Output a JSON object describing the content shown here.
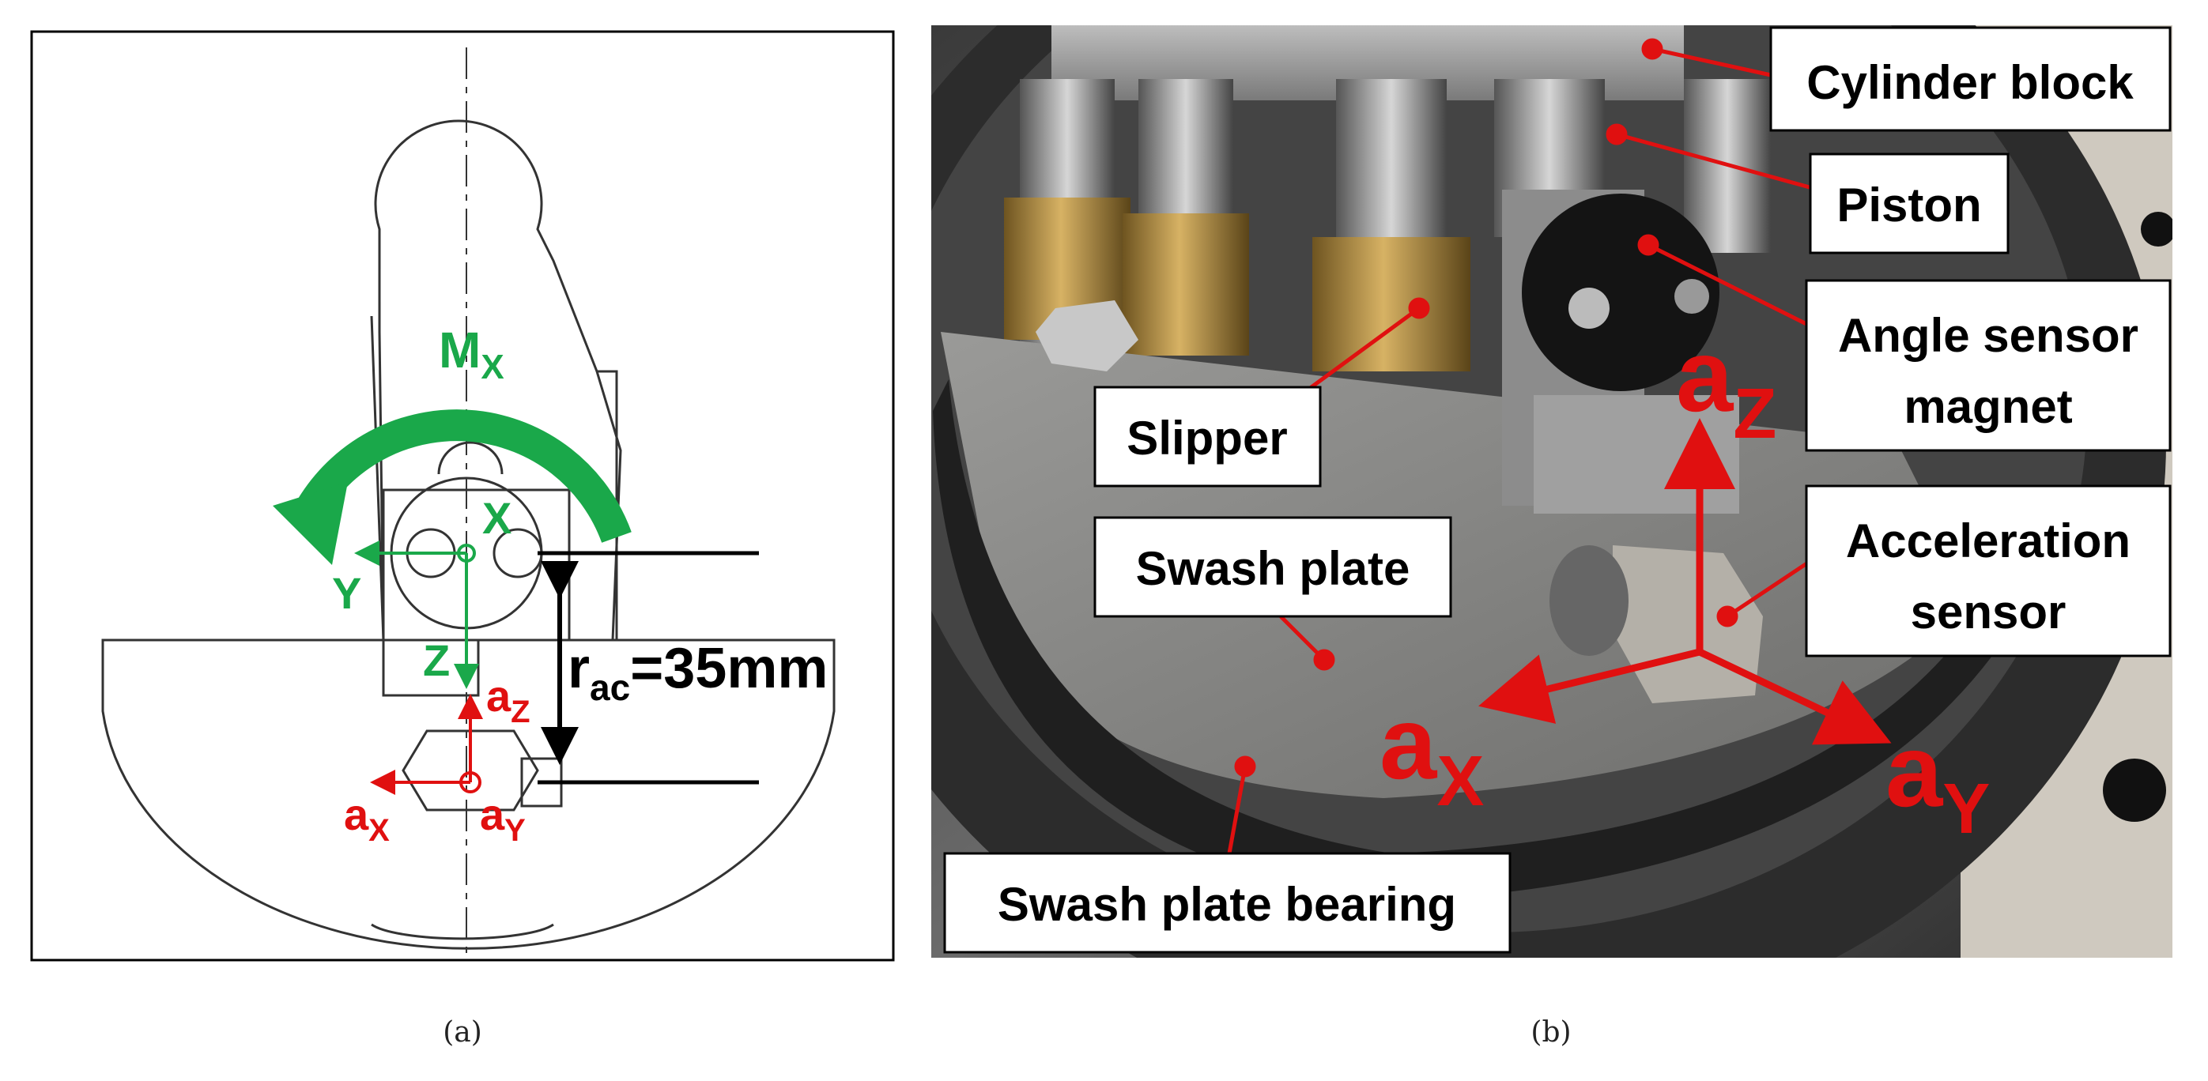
{
  "colors": {
    "accent_green": "#1aa84a",
    "accent_red": "#e01010",
    "label_border": "#000000"
  },
  "panel_a": {
    "caption": "(a)",
    "moment": {
      "main": "M",
      "sub": "X"
    },
    "axis_x": "X",
    "axis_y": "Y",
    "axis_z": "Z",
    "accel_z": {
      "main": "a",
      "sub": "Z"
    },
    "accel_x": {
      "main": "a",
      "sub": "X"
    },
    "accel_y": {
      "main": "a",
      "sub": "Y"
    },
    "radius": {
      "main": "r",
      "sub": "ac",
      "value": "=35mm"
    }
  },
  "panel_b": {
    "caption": "(b)",
    "labels": {
      "cylinder_block": "Cylinder block",
      "piston": "Piston",
      "angle_sensor_line1": "Angle sensor",
      "angle_sensor_line2": "magnet",
      "slipper": "Slipper",
      "swash_plate": "Swash plate",
      "acceleration_line1": "Acceleration",
      "acceleration_line2": "sensor",
      "swash_plate_bearing": "Swash plate bearing"
    },
    "axes": {
      "a_z": {
        "main": "a",
        "sub": "Z"
      },
      "a_x": {
        "main": "a",
        "sub": "X"
      },
      "a_y": {
        "main": "a",
        "sub": "Y"
      }
    }
  }
}
